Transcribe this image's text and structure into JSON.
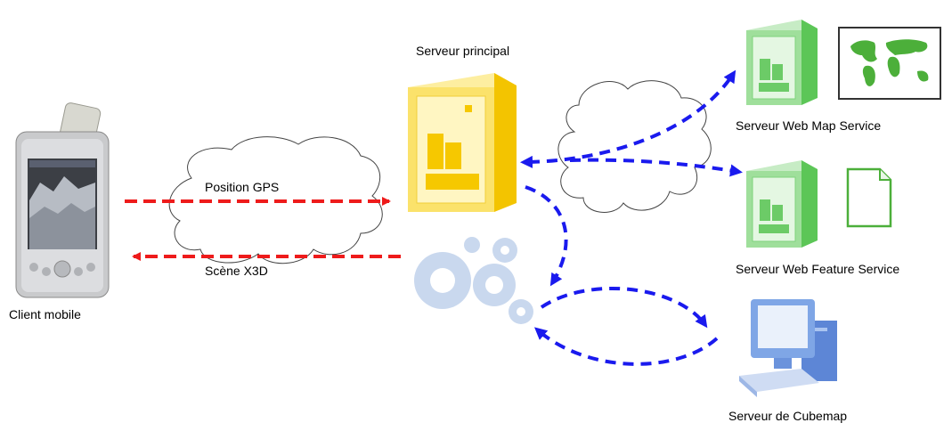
{
  "labels": {
    "main_server": "Serveur principal",
    "client": "Client mobile",
    "wms": "Serveur Web Map Service",
    "wfs": "Serveur Web Feature Service",
    "cubemap": "Serveur de Cubemap",
    "gps": "Position GPS",
    "x3d": "Scène X3D"
  },
  "colors": {
    "red_arrow": "#ee1b1b",
    "blue_arrow": "#1a1aee",
    "main_server": "#f8d531",
    "green_server": "#7fd37c",
    "gears": "#c9d8ee",
    "map": "#4caf3a",
    "computer": "#7fa6e6"
  },
  "icons": [
    "pda-icon",
    "yellow-server-icon",
    "green-server-icon",
    "world-map-icon",
    "document-icon",
    "gears-icon",
    "computer-icon",
    "cloud-icon"
  ]
}
